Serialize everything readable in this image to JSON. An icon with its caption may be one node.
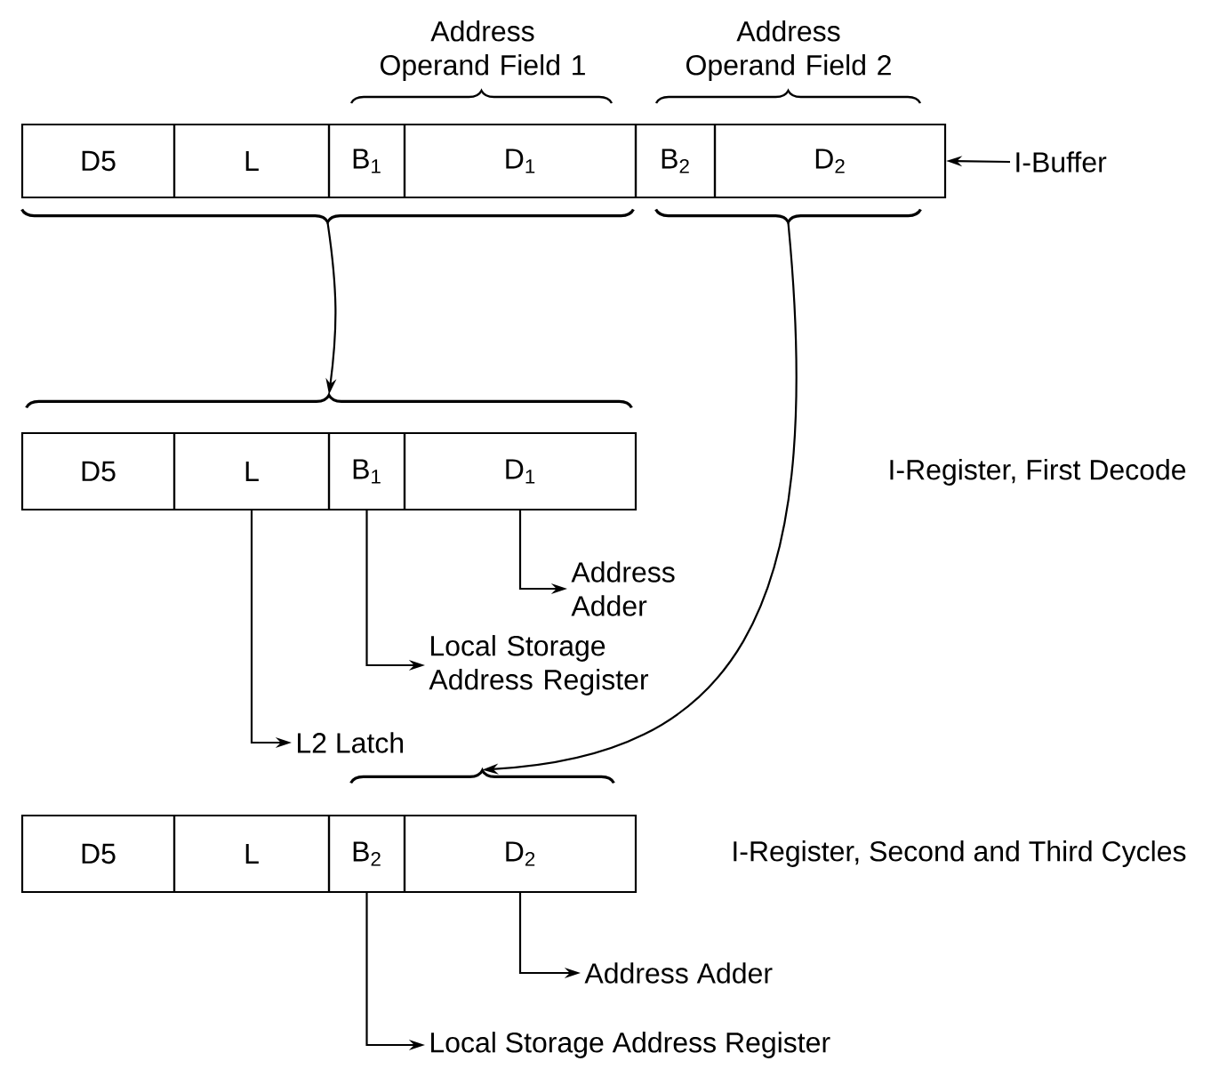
{
  "diagram": {
    "nodes": [
      {
        "text": [
          "D5"
        ]
      },
      {
        "text": [
          "L"
        ]
      },
      {
        "text": [
          "B$_{1}$"
        ]
      },
      {
        "text": [
          "D$_{1}$"
        ]
      },
      {
        "text": [
          "B$_{2}$"
        ]
      },
      {
        "text": [
          "D$_{2}$"
        ]
      },
      {
        "text": [
          "I-Buffer"
        ]
      },
      {
        "text": [],
        "shape": "brace"
      },
      {
        "text": [],
        "shape": "brace"
      },
      {
        "text": [],
        "shape": "brace"
      },
      {
        "text": [
          "D5"
        ]
      },
      {
        "text": [
          "L"
        ]
      },
      {
        "text": [
          "B$_{1}$"
        ]
      },
      {
        "text": [
          "D$_{1}$"
        ]
      },
      {
        "text": [
          "Address Adder"
        ]
      },
      {
        "text": [
          "Local Storage Address Register"
        ]
      },
      {
        "text": [
          "L2 Latch"
        ]
      },
      {
        "text": [],
        "shape": "brace"
      },
      {
        "text": [
          "D5"
        ]
      },
      {
        "text": [
          "L"
        ]
      },
      {
        "text": [
          "B$_{2}$"
        ]
      },
      {
        "text": [
          "D$_{2}$"
        ]
      },
      {
        "text": [
          "Address Adder"
        ]
      },
      {
        "text": [
          "Local Storage Address Register"
        ]
      }
    ],
    "edges": [
      {
        "from": 6,
        "to": 5,
        "arrow": "to"
      },
      {
        "from": 7,
        "to": 9,
        "arrow": "to"
      },
      {
        "from": 8,
        "to": 17,
        "arrow": "to"
      },
      {
        "from": 11,
        "to": 16,
        "arrow": "to"
      },
      {
        "from": 12,
        "to": 15,
        "arrow": "to"
      },
      {
        "from": 13,
        "to": 14,
        "arrow": "to"
      },
      {
        "from": 20,
        "to": 23,
        "arrow": "to"
      },
      {
        "from": 21,
        "to": 22,
        "arrow": "to"
      }
    ],
    "labels": [
      "Address Operand Field 1",
      "Address Operand Field 2",
      "I-Register, First Decode",
      "I-Register, Second and Third Cycles"
    ]
  }
}
